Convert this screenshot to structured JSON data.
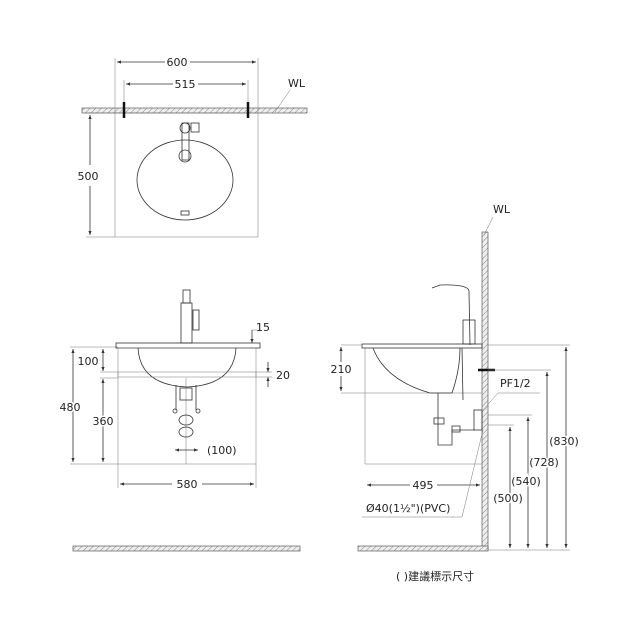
{
  "top_view": {
    "width_total": "600",
    "width_mount": "515",
    "depth": "500",
    "wall_label": "WL"
  },
  "front_view": {
    "top_thickness": "15",
    "upper": "100",
    "height_total": "480",
    "lower": "360",
    "rail": "20",
    "drain_spacing": "(100)",
    "width": "580"
  },
  "side_view": {
    "wall_label": "WL",
    "basin_depth": "210",
    "supply": "PF1/2",
    "depth": "495",
    "drain_pipe": "Ø40(1½\")(PVC)",
    "h830": "(830)",
    "h728": "(728)",
    "h540": "(540)",
    "h500": "(500)"
  },
  "footnote": "( )建議標示尺寸"
}
